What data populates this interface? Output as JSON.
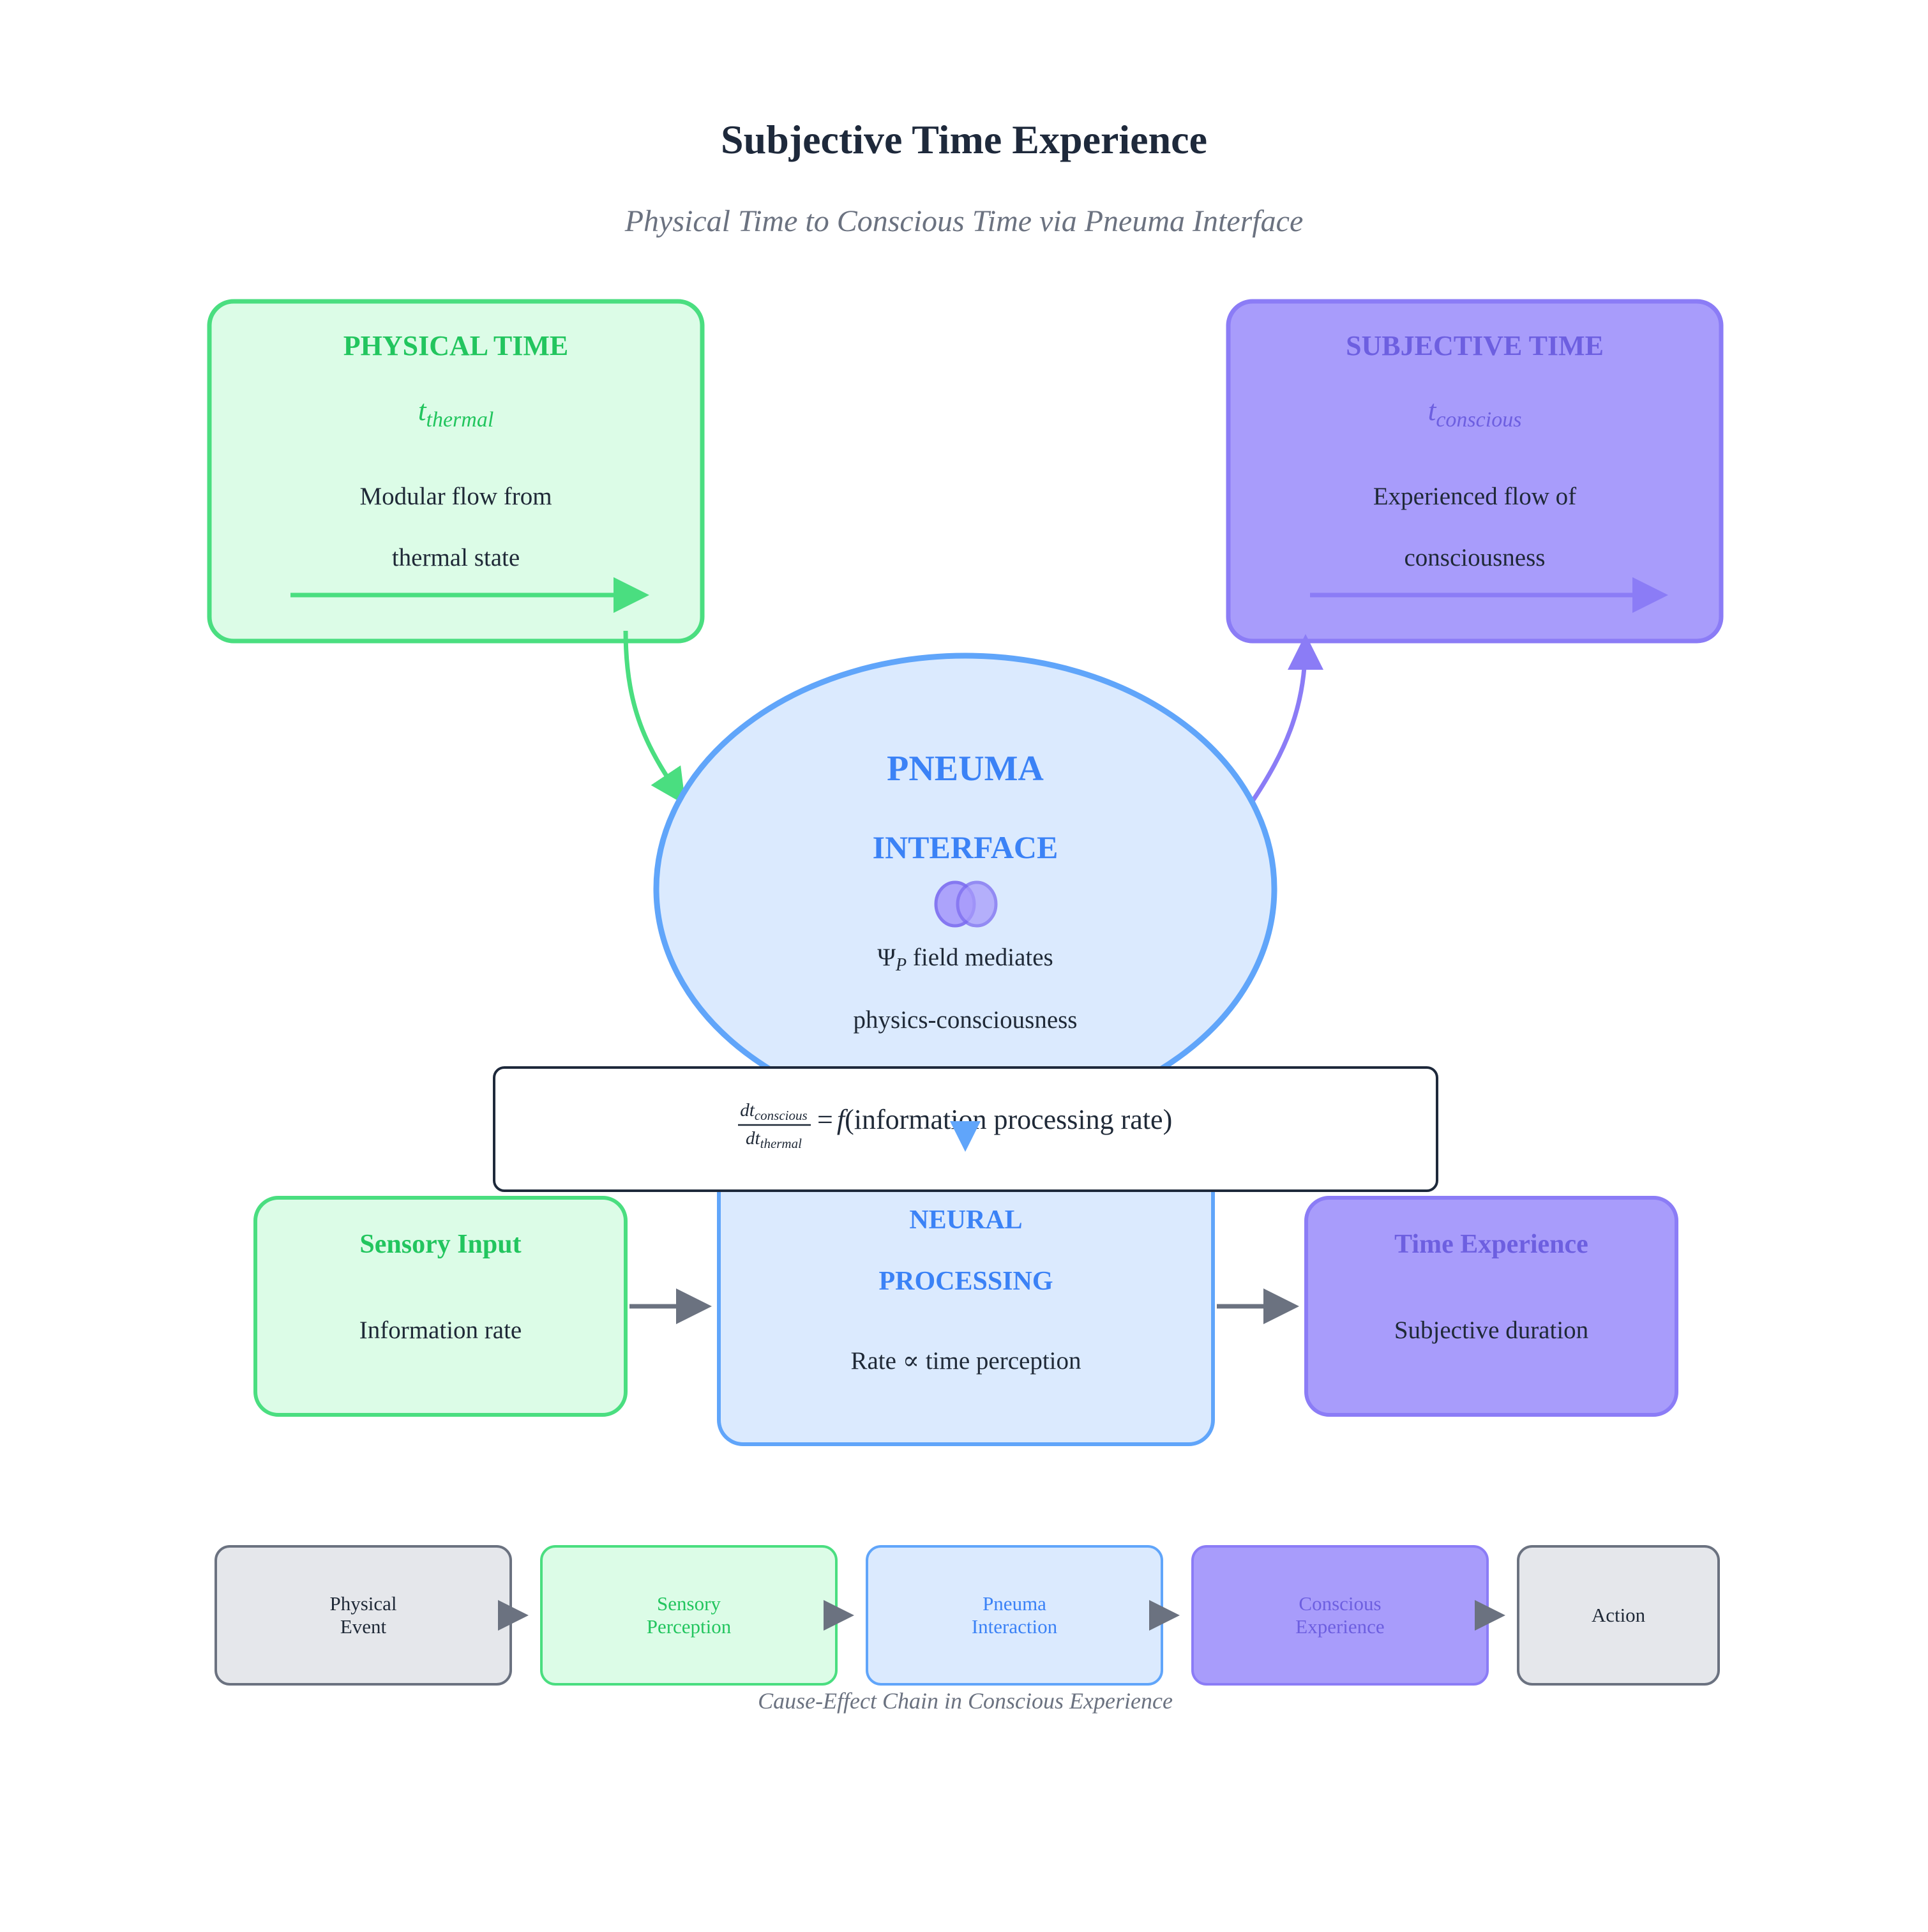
{
  "title": "Subjective Time Experience",
  "subtitle": "Physical Time to Conscious Time via Pneuma Interface",
  "colors": {
    "green": "#4ade80",
    "green_text": "#22c55e",
    "green_fill": "#dcfce7",
    "purple": "#8b7cf6",
    "purple_fill": "#a78bfa",
    "purple_text": "#6d5fe0",
    "blue": "#60a5fa",
    "blue_fill": "#dbeafe",
    "blue_text": "#3b82f6",
    "gray": "#6b7280",
    "gray_fill": "#e5e7eb",
    "dark": "#1e293b"
  },
  "physical_time": {
    "heading": "PHYSICAL TIME",
    "symbol_base": "t",
    "symbol_sub": "thermal",
    "line1": "Modular flow from",
    "line2": "thermal state"
  },
  "subjective_time": {
    "heading": "SUBJECTIVE TIME",
    "symbol_base": "t",
    "symbol_sub": "conscious",
    "line1": "Experienced flow of",
    "line2": "consciousness"
  },
  "pneuma": {
    "line1": "PNEUMA",
    "line2": "INTERFACE",
    "psi": "Ψ",
    "psi_sub": "P",
    "desc1": " field mediates",
    "desc2": "physics-consciousness"
  },
  "formula": {
    "num_base": "dt",
    "num_sub": "conscious",
    "den_base": "dt",
    "den_sub": "thermal",
    "eq": "=",
    "func": "f",
    "arg": "(information processing rate)"
  },
  "sensory_input": {
    "heading": "Sensory Input",
    "desc": "Information rate"
  },
  "neural_processing": {
    "line1": "NEURAL",
    "line2": "PROCESSING",
    "desc": "Rate ∝ time perception"
  },
  "time_experience": {
    "heading": "Time Experience",
    "desc": "Subjective duration"
  },
  "chain": {
    "items": [
      {
        "line1": "Physical",
        "line2": "Event"
      },
      {
        "line1": "Sensory",
        "line2": "Perception"
      },
      {
        "line1": "Pneuma",
        "line2": "Interaction"
      },
      {
        "line1": "Conscious",
        "line2": "Experience"
      },
      {
        "line1": "Action",
        "line2": ""
      }
    ],
    "caption": "Cause-Effect Chain in Conscious Experience"
  }
}
